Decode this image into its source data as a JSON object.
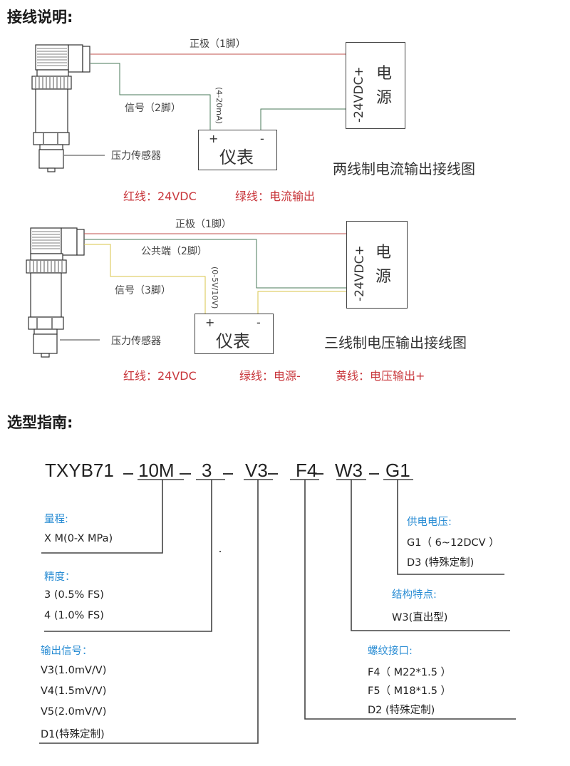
{
  "wiring": {
    "heading": "接线说明:",
    "two_wire": {
      "pin1_label": "正极（1脚）",
      "pin2_label": "信号（2脚）",
      "signal_range": "(4-20mA)",
      "sensor_label": "压力传感器",
      "meter": {
        "label": "仪表",
        "plus": "+",
        "minus": "-"
      },
      "power": {
        "voltage": "-24VDC+",
        "label_line1": "电",
        "label_line2": "源"
      },
      "caption": "两线制电流输出接线图",
      "legend": [
        "红线：24VDC",
        "绿线：电流输出"
      ]
    },
    "three_wire": {
      "pin1_label": "正极（1脚）",
      "pin2_label": "公共端（2脚）",
      "pin3_label": "信号（3脚）",
      "signal_range": "(0-5V/10V)",
      "sensor_label": "压力传感器",
      "meter": {
        "label": "仪表",
        "plus": "+",
        "minus": "-"
      },
      "power": {
        "voltage": "-24VDC+",
        "label_line1": "电",
        "label_line2": "源"
      },
      "caption": "三线制电压输出接线图",
      "legend": [
        "红线：24VDC",
        "绿线：电源-",
        "黄线：电压输出+"
      ]
    },
    "wire_colors": {
      "red": "#c0504d",
      "green": "#4a7a5a",
      "yellow": "#d8c54a"
    }
  },
  "selection": {
    "heading": "选型指南:",
    "model_prefix": "TXYB71",
    "segments": [
      "10M",
      "3",
      "V3",
      "F4",
      "W3",
      "G1"
    ],
    "groups": {
      "range": {
        "title": "量程:",
        "options": [
          "X  M(0-X MPa)"
        ]
      },
      "accuracy": {
        "title": "精度：",
        "options": [
          "3 (0.5% FS)",
          "4 (1.0% FS)"
        ]
      },
      "output": {
        "title": "输出信号：",
        "options": [
          "V3(1.0mV/V)",
          "V4(1.5mV/V)",
          "V5(2.0mV/V)",
          "D1(特殊定制)"
        ]
      },
      "thread": {
        "title": "螺纹接口:",
        "options": [
          "F4（ M22*1.5 ）",
          "F5（ M18*1.5 ）",
          "D2 (特殊定制)"
        ]
      },
      "structure": {
        "title": "结构特点:",
        "options": [
          "W3(直出型)"
        ]
      },
      "supply": {
        "title": "供电电压:",
        "options": [
          "G1（ 6~12DCV ）",
          "D3 (特殊定制)"
        ]
      }
    },
    "accent_color": "#2a8dd4"
  }
}
